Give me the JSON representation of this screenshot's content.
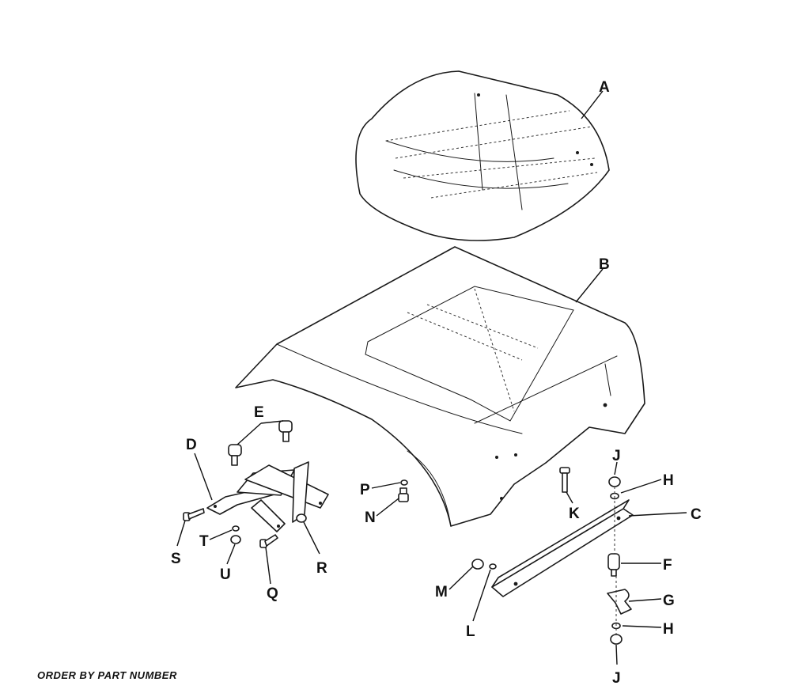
{
  "footer": "ORDER BY PART NUMBER",
  "callouts": {
    "A": "A",
    "B": "B",
    "C": "C",
    "D": "D",
    "E": "E",
    "F": "F",
    "G": "G",
    "H_top": "H",
    "H_bottom": "H",
    "J_top": "J",
    "J_bottom": "J",
    "K": "K",
    "L": "L",
    "M": "M",
    "N": "N",
    "P": "P",
    "Q": "Q",
    "R": "R",
    "S": "S",
    "T": "T",
    "U": "U"
  }
}
